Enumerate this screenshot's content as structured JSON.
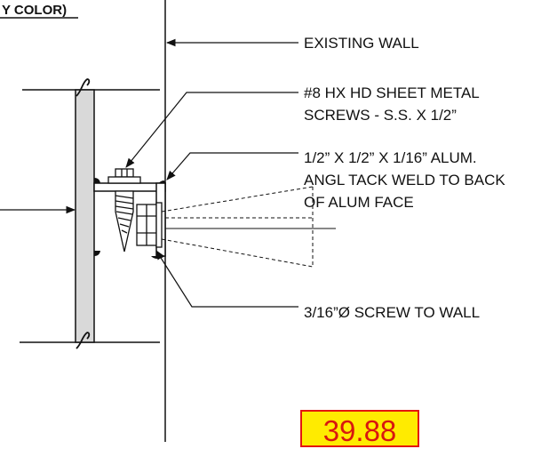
{
  "header": {
    "text": "Y COLOR)"
  },
  "callouts": {
    "existing_wall": "EXISTING WALL",
    "screws_line1": "#8 HX HD SHEET METAL",
    "screws_line2": "SCREWS - S.S. X 1/2”",
    "angle_line1": "1/2” X 1/2” X 1/16” ALUM.",
    "angle_line2": "ANGL TACK WELD TO BACK",
    "angle_line3": "OF ALUM FACE",
    "screw_to_wall": "3/16”Ø SCREW TO WALL"
  },
  "price": {
    "value": "39.88"
  },
  "colors": {
    "line": "#111111",
    "panel": "#d9d9d9",
    "badge_fill": "#ffeb00",
    "badge_text": "#d8170f"
  }
}
